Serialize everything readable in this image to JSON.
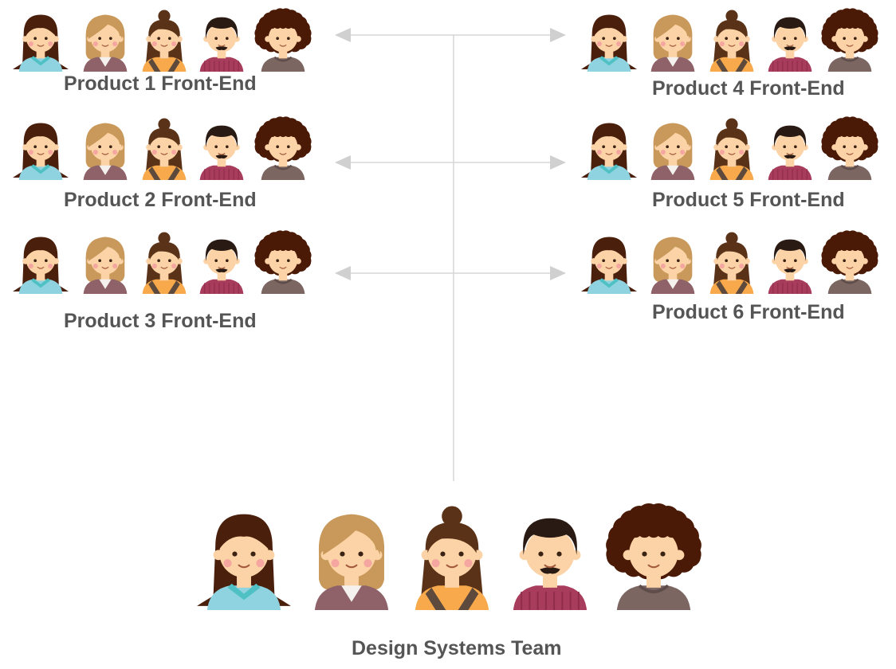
{
  "teams": [
    {
      "label": "Product 1 Front-End",
      "side": "left",
      "row": 1
    },
    {
      "label": "Product 2 Front-End",
      "side": "left",
      "row": 2
    },
    {
      "label": "Product 3 Front-End",
      "side": "left",
      "row": 3
    },
    {
      "label": "Product 4 Front-End",
      "side": "right",
      "row": 1
    },
    {
      "label": "Product 5 Front-End",
      "side": "right",
      "row": 2
    },
    {
      "label": "Product 6 Front-End",
      "side": "right",
      "row": 3
    }
  ],
  "central_team": {
    "label": "Design Systems Team"
  },
  "avatars": [
    {
      "icon": "woman-dark-long-hair-avatar-icon",
      "hair": "#4a1f0c",
      "skin": "#fcd3a6",
      "shirt": "#8fd3e0",
      "collar": "#4fc1c4"
    },
    {
      "icon": "woman-blonde-bob-avatar-icon",
      "hair": "#c8995a",
      "skin": "#fcd3a6",
      "shirt": "#8e6268",
      "collar": "#f4f1ee"
    },
    {
      "icon": "woman-bun-hair-avatar-icon",
      "hair": "#5a3218",
      "skin": "#fcd3a6",
      "shirt": "#f7a94b",
      "collar": "#5e4a3c"
    },
    {
      "icon": "man-black-hair-goatee-avatar-icon",
      "hair": "#2a1a14",
      "skin": "#fcd3a6",
      "shirt": "#a83c5c",
      "collar": "#a83c5c"
    },
    {
      "icon": "man-curly-hair-avatar-icon",
      "hair": "#4a1a06",
      "skin": "#fcd3a6",
      "shirt": "#7b6662",
      "collar": "#7b6662"
    }
  ],
  "colors": {
    "connector": "#d6d6d6",
    "arrowhead": "#d0d0d0",
    "label": "#555555",
    "cheek": "#f6a6a0",
    "eye": "#3a2214"
  }
}
